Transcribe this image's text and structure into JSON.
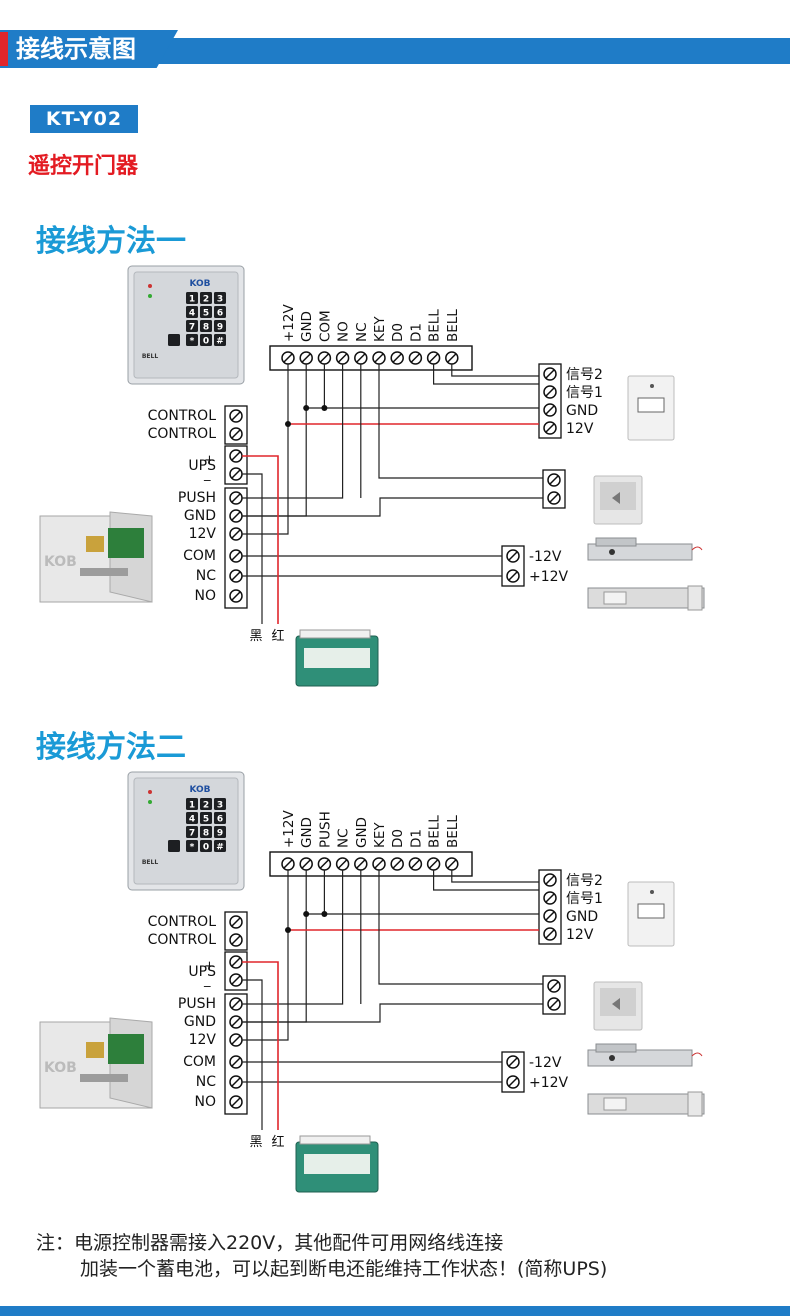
{
  "banner": {
    "title": "接线示意图"
  },
  "model": {
    "code": "KT-Y02",
    "name": "遥控开门器"
  },
  "methods": [
    {
      "title": "接线方法一",
      "terminals": [
        "+12V",
        "GND",
        "COM",
        "NO",
        "NC",
        "KEY",
        "D0",
        "D1",
        "BELL",
        "BELL"
      ],
      "psu_labels": [
        "CONTROL",
        "CONTROL",
        "UPS",
        "PUSH",
        "GND",
        "12V",
        "COM",
        "NC",
        "NO"
      ],
      "ups_plus": "+",
      "ups_minus": "_",
      "receiver_labels": [
        "信号2",
        "信号1",
        "GND",
        "12V"
      ],
      "lock_labels": [
        "-12V",
        "+12V"
      ],
      "battery_labels": [
        "黑",
        "红"
      ]
    },
    {
      "title": "接线方法二",
      "terminals": [
        "+12V",
        "GND",
        "PUSH",
        "NC",
        "GND",
        "KEY",
        "D0",
        "D1",
        "BELL",
        "BELL"
      ],
      "psu_labels": [
        "CONTROL",
        "CONTROL",
        "UPS",
        "PUSH",
        "GND",
        "12V",
        "COM",
        "NC",
        "NO"
      ],
      "ups_plus": "+",
      "ups_minus": "_",
      "receiver_labels": [
        "信号2",
        "信号1",
        "GND",
        "12V"
      ],
      "lock_labels": [
        "-12V",
        "+12V"
      ],
      "battery_labels": [
        "黑",
        "红"
      ]
    }
  ],
  "device_text": {
    "keypad_brand": "KOB",
    "keypad_keys": [
      "1",
      "2",
      "3",
      "4",
      "5",
      "6",
      "7",
      "8",
      "9",
      "*",
      "0",
      "#"
    ],
    "keypad_bell": "BELL",
    "psu_brand": "KOB"
  },
  "note": {
    "line1": "注：电源控制器需接入220V，其他配件可用网络线连接",
    "line2": "加装一个蓄电池，可以起到断电还能维持工作状态！(简称UPS)"
  },
  "colors": {
    "accent": "#1f7cc7",
    "title_blue": "#1a9ad6",
    "red": "#e31b22",
    "wire_red": "#e0262c"
  }
}
